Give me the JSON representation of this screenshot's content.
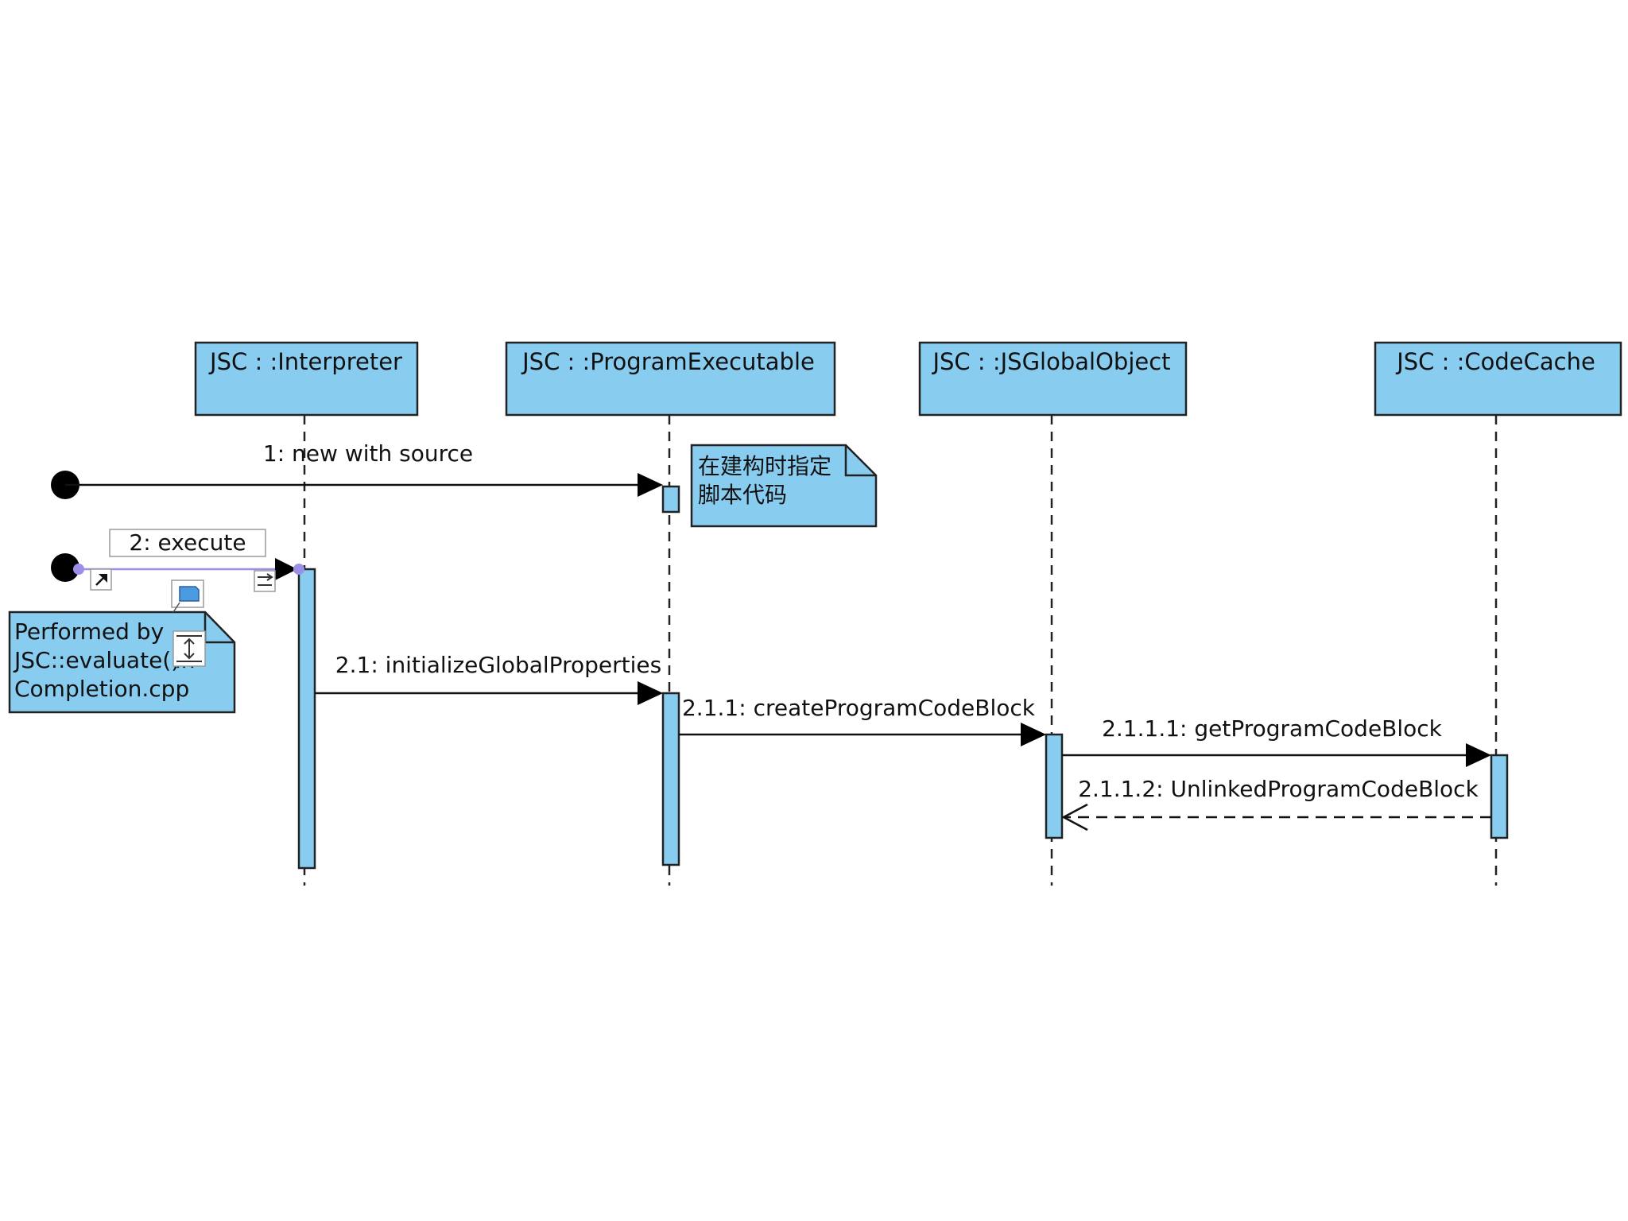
{
  "colors": {
    "lifeline_fill": "#88cdf0",
    "selection": "#9b8fe8",
    "stroke": "#222222"
  },
  "participants": [
    {
      "id": "interpreter",
      "label": "JSC : :Interpreter"
    },
    {
      "id": "program-executable",
      "label": "JSC : :ProgramExecutable"
    },
    {
      "id": "js-global-object",
      "label": "JSC : :JSGlobalObject"
    },
    {
      "id": "code-cache",
      "label": "JSC : :CodeCache"
    }
  ],
  "messages": [
    {
      "id": "m1",
      "label": "1: new with source",
      "kind": "found-sync"
    },
    {
      "id": "m2",
      "label": "2: execute",
      "kind": "found-sync"
    },
    {
      "id": "m21",
      "label": "2.1: initializeGlobalProperties",
      "kind": "sync"
    },
    {
      "id": "m211",
      "label": "2.1.1: createProgramCodeBlock",
      "kind": "sync"
    },
    {
      "id": "m2111",
      "label": "2.1.1.1: getProgramCodeBlock",
      "kind": "sync"
    },
    {
      "id": "m2112",
      "label": "2.1.1.2: UnlinkedProgramCodeBlock",
      "kind": "return"
    }
  ],
  "notes": {
    "construct": {
      "line1": "在建构时指定",
      "line2": "脚本代码"
    },
    "performed": {
      "line1": "Performed by",
      "line2": "JSC::evaluate()",
      "line2_tail": "in",
      "line3": "Completion.cpp"
    }
  },
  "toolbar_icons": [
    "resize-arrow-icon",
    "add-note-icon",
    "reorder-icon",
    "more-options-icon"
  ]
}
